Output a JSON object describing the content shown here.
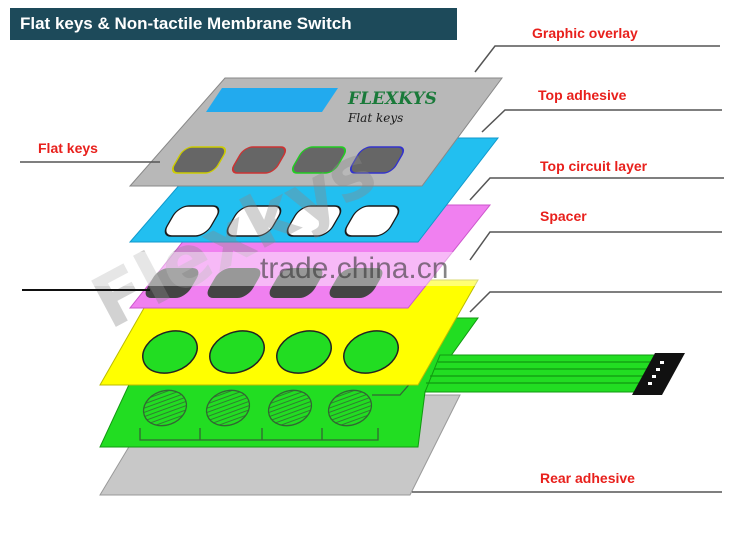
{
  "title": "Flat keys & Non-tactile Membrane Switch",
  "logo": {
    "brand": "FLEXKYS",
    "subtitle": "Flat keys"
  },
  "watermarks": {
    "diagonal": "Flexkys",
    "site": "trade.china.cn"
  },
  "labels": {
    "graphic_overlay": "Graphic overlay",
    "top_adhesive": "Top adhesive",
    "top_circuit_layer": "Top circuit layer",
    "spacer": "Spacer",
    "flat_keys": "Flat keys",
    "rear_adhesive": "Rear adhesive"
  },
  "colors": {
    "title_bar": "#1d4a5a",
    "label_red": "#e8201c",
    "graphic_overlay": "#b8b8b8",
    "top_adhesive": "#22bff0",
    "top_circuit": "#f080f0",
    "spacer": "#ffff00",
    "bottom_circuit": "#22dd22",
    "rear_adhesive": "#c8c8c8",
    "window": "#22aaee",
    "key_yellow": "#cccc00",
    "key_red": "#cc3333",
    "key_green": "#22cc22",
    "key_blue": "#3333cc"
  }
}
